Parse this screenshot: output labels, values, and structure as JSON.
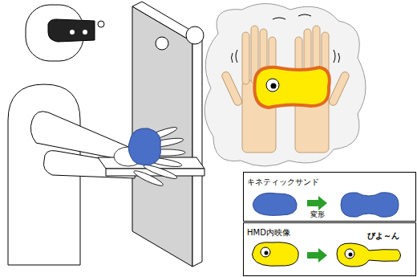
{
  "diagram": {
    "nodes": [
      {
        "text": [
          "キネティックサンド"
        ]
      },
      {
        "text": [
          "HMD内映像"
        ]
      }
    ],
    "labels": [
      "変形",
      "びよ～ん"
    ]
  }
}
